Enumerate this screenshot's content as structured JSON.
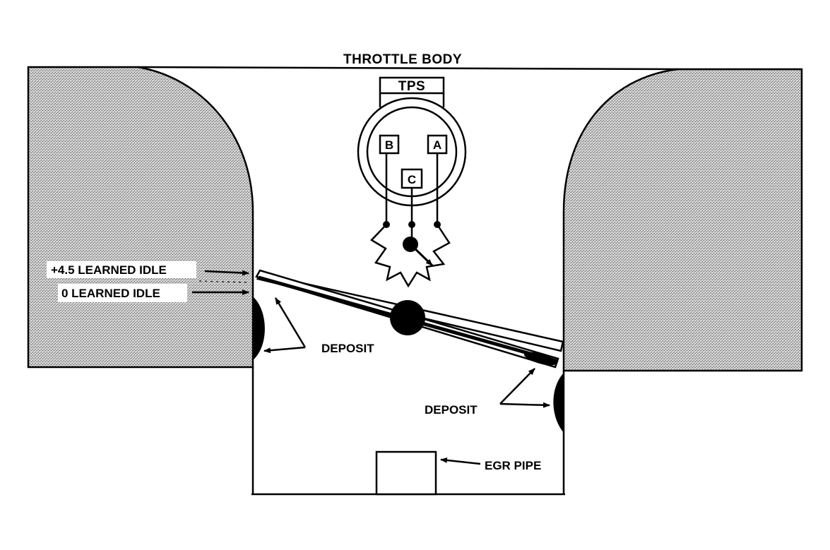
{
  "labels": {
    "title": "THROTTLE BODY",
    "tps": "TPS",
    "terminal_b": "B",
    "terminal_a": "A",
    "terminal_c": "C",
    "learned_idle_high": "+4.5 LEARNED IDLE",
    "learned_idle_zero": "0 LEARNED IDLE",
    "deposit_left": "DEPOSIT",
    "deposit_right": "DEPOSIT",
    "egr_pipe": "EGR PIPE"
  },
  "colors": {
    "ink": "#000000",
    "paper": "#ffffff",
    "housing": "#b8b8b8"
  }
}
